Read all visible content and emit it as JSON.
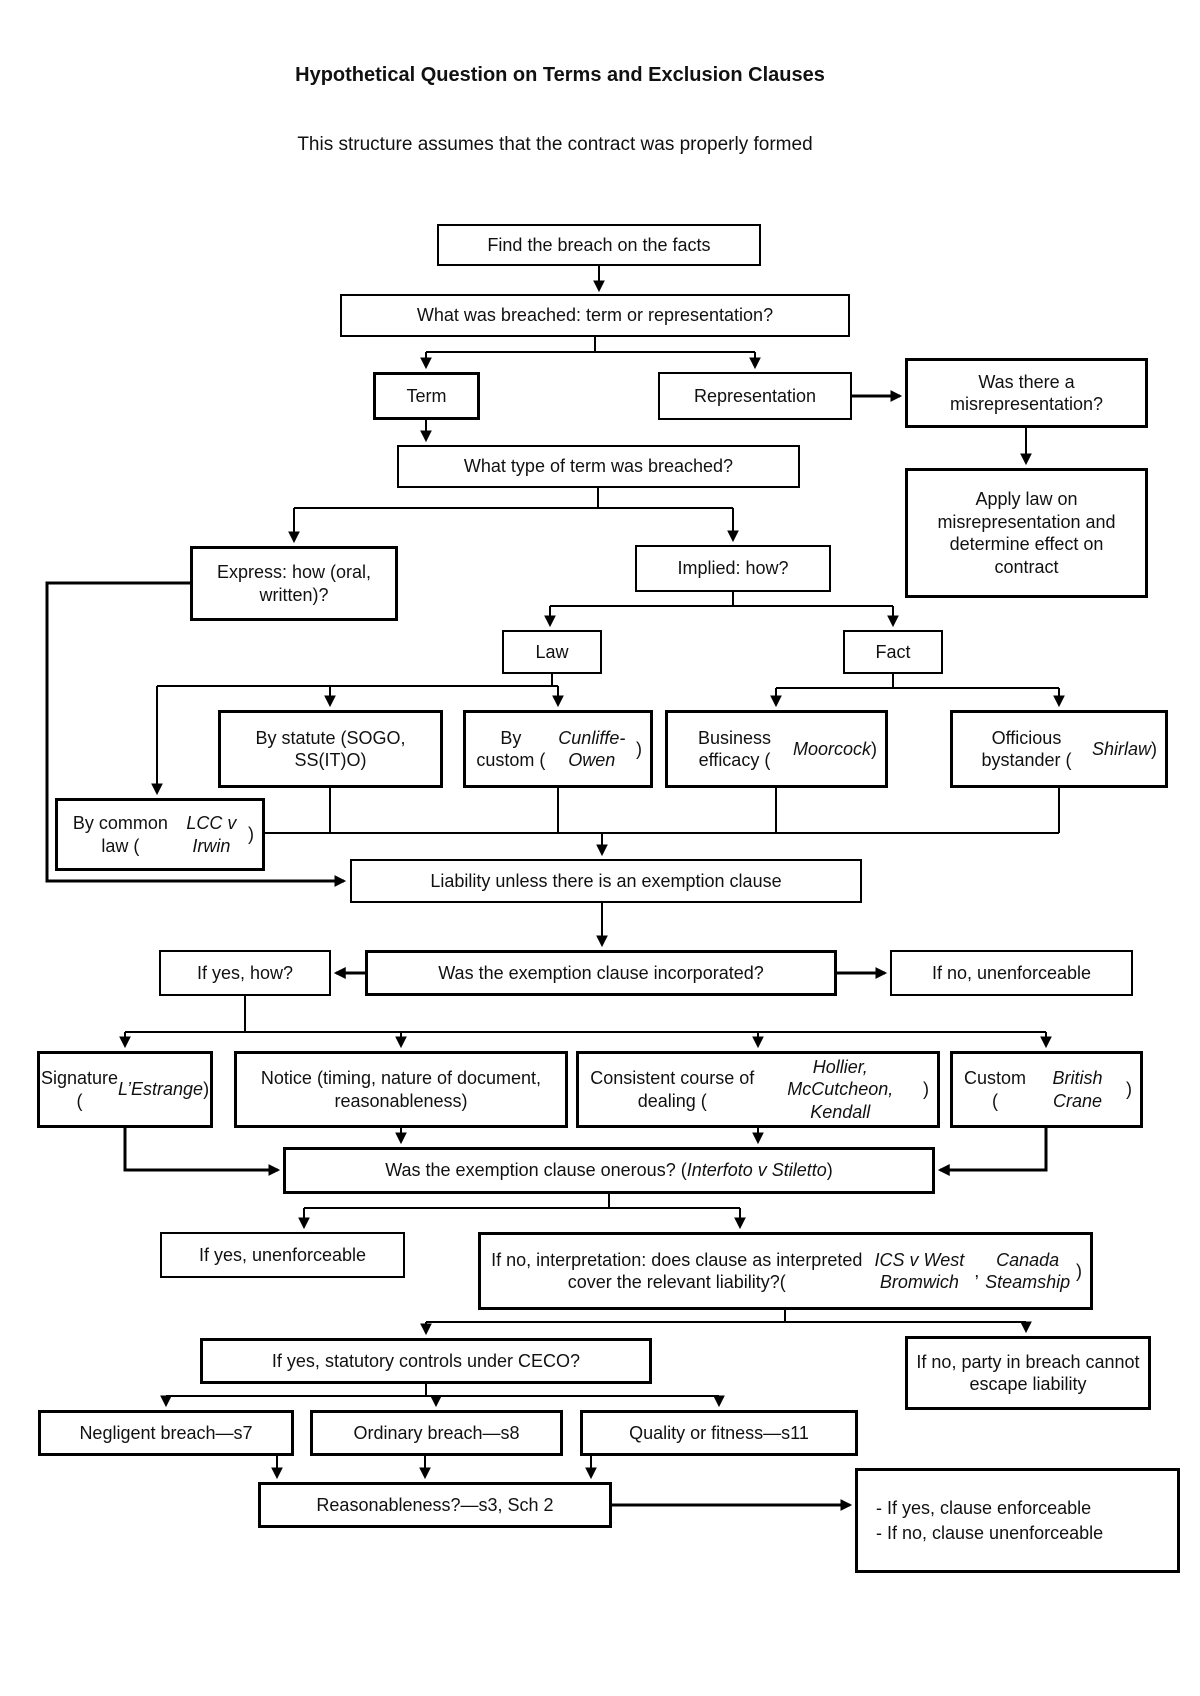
{
  "page": {
    "title": "Hypothetical Question on Terms and Exclusion Clauses",
    "subtitle": "This structure assumes that the contract was properly formed"
  },
  "nodes": {
    "find_breach": {
      "label": [
        {
          "t": "Find the breach on the facts"
        }
      ]
    },
    "what_breached": {
      "label": [
        {
          "t": "What was breached: term or representation?"
        }
      ]
    },
    "term": {
      "label": [
        {
          "t": "Term"
        }
      ]
    },
    "representation": {
      "label": [
        {
          "t": "Representation"
        }
      ]
    },
    "misrep_q": {
      "label": [
        {
          "t": "Was there a misrepresentation?"
        }
      ]
    },
    "apply_law": {
      "label": [
        {
          "t": "Apply law on misrepresentation and determine effect on contract"
        }
      ]
    },
    "what_type": {
      "label": [
        {
          "t": "What type of term was breached?"
        }
      ]
    },
    "express": {
      "label": [
        {
          "t": "Express: how (oral, written)?"
        }
      ]
    },
    "implied": {
      "label": [
        {
          "t": "Implied: how?"
        }
      ]
    },
    "law": {
      "label": [
        {
          "t": "Law"
        }
      ]
    },
    "fact": {
      "label": [
        {
          "t": "Fact"
        }
      ]
    },
    "by_statute": {
      "label": [
        {
          "t": "By statute (SOGO, SS(IT)O)"
        }
      ]
    },
    "by_custom": {
      "label": [
        {
          "t": "By custom ("
        },
        {
          "t": "Cunliffe-Owen",
          "i": true
        },
        {
          "t": ")"
        }
      ]
    },
    "business_efficacy": {
      "label": [
        {
          "t": "Business efficacy ("
        },
        {
          "t": "Moorcock",
          "i": true
        },
        {
          "t": ")"
        }
      ]
    },
    "officious": {
      "label": [
        {
          "t": "Officious bystander ("
        },
        {
          "t": "Shirlaw",
          "i": true
        },
        {
          "t": ")"
        }
      ]
    },
    "common_law": {
      "label": [
        {
          "t": "By common law ("
        },
        {
          "t": "LCC v Irwin",
          "i": true
        },
        {
          "t": ")"
        }
      ]
    },
    "liability": {
      "label": [
        {
          "t": "Liability unless there is an exemption clause"
        }
      ]
    },
    "if_yes_how": {
      "label": [
        {
          "t": "If yes, how?"
        }
      ]
    },
    "incorporated": {
      "label": [
        {
          "t": "Was the exemption clause incorporated?"
        }
      ]
    },
    "if_no_unenf": {
      "label": [
        {
          "t": "If no, unenforceable"
        }
      ]
    },
    "signature": {
      "label": [
        {
          "t": "Signature ("
        },
        {
          "t": "L’Estrange",
          "i": true
        },
        {
          "t": ")"
        }
      ]
    },
    "notice": {
      "label": [
        {
          "t": "Notice (timing, nature of document, reasonableness)"
        }
      ]
    },
    "consistent": {
      "label": [
        {
          "t": "Consistent course of dealing ("
        },
        {
          "t": "Hollier, McCutcheon, Kendall",
          "i": true
        },
        {
          "t": ")"
        }
      ]
    },
    "custom": {
      "label": [
        {
          "t": "Custom ("
        },
        {
          "t": "British Crane",
          "i": true
        },
        {
          "t": ")"
        }
      ]
    },
    "onerous": {
      "label": [
        {
          "t": "Was the exemption clause onerous? ("
        },
        {
          "t": "Interfoto v Stiletto",
          "i": true
        },
        {
          "t": ")"
        }
      ]
    },
    "if_yes_unenf": {
      "label": [
        {
          "t": "If yes, unenforceable"
        }
      ]
    },
    "interpretation": {
      "label": [
        {
          "t": "If no, interpretation: does clause as interpreted cover the relevant liability?("
        },
        {
          "t": "ICS v West Bromwich",
          "i": true
        },
        {
          "t": ", "
        },
        {
          "t": "Canada Steamship",
          "i": true
        },
        {
          "t": ")"
        }
      ]
    },
    "ceco": {
      "label": [
        {
          "t": "If yes, statutory controls under CECO?"
        }
      ]
    },
    "party_breach": {
      "label": [
        {
          "t": "If no, party in breach cannot escape liability"
        }
      ]
    },
    "negligent": {
      "label": [
        {
          "t": "Negligent breach—s7"
        }
      ]
    },
    "ordinary": {
      "label": [
        {
          "t": "Ordinary breach—s8"
        }
      ]
    },
    "quality": {
      "label": [
        {
          "t": "Quality or fitness—s11"
        }
      ]
    },
    "reasonableness": {
      "label": [
        {
          "t": "Reasonableness?—s3, Sch 2"
        }
      ]
    },
    "outcome": {
      "lines": [
        [
          {
            "t": "- If yes, clause enforceable"
          }
        ],
        [
          {
            "t": "- If no, clause unenforceable"
          }
        ]
      ]
    }
  },
  "colors": {
    "line": "#000000",
    "background": "#ffffff"
  }
}
